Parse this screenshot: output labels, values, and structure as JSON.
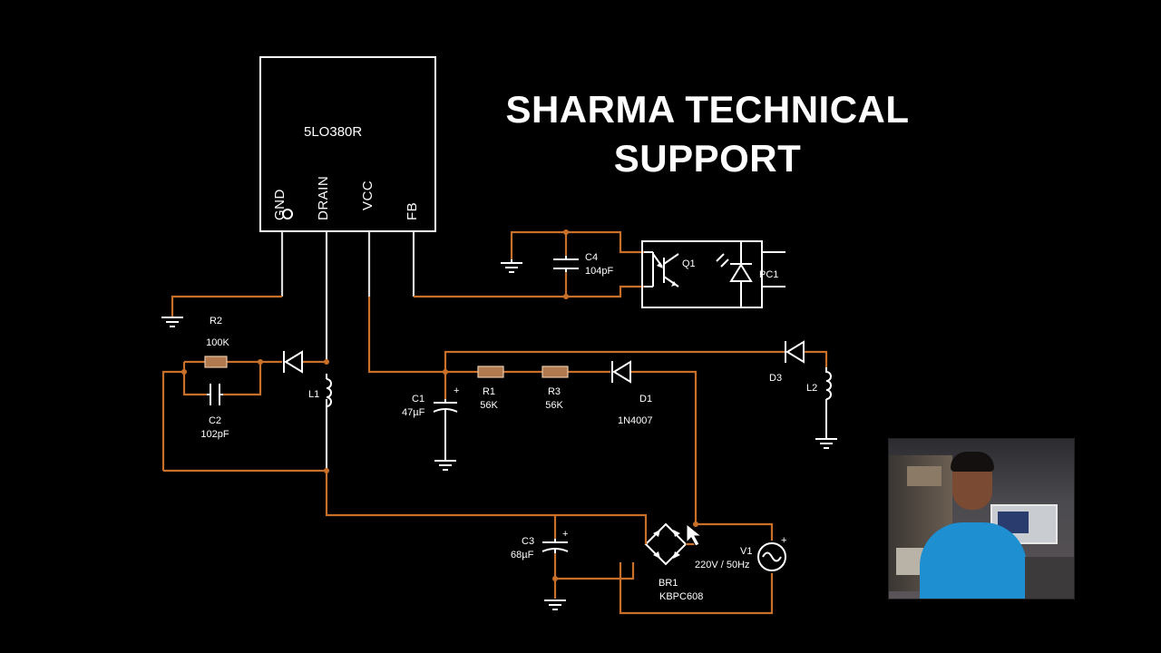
{
  "header": {
    "title_line1": "SHARMA TECHNICAL",
    "title_line2": "SUPPORT"
  },
  "ic": {
    "name": "5LO380R",
    "pins": [
      "GND",
      "DRAIN",
      "VCC",
      "FB"
    ]
  },
  "components": {
    "r2": {
      "ref": "R2",
      "value": "100K"
    },
    "c2": {
      "ref": "C2",
      "value": "102pF"
    },
    "l1": {
      "ref": "L1"
    },
    "c1": {
      "ref": "C1",
      "value": "47µF"
    },
    "r1": {
      "ref": "R1",
      "value": "56K"
    },
    "r3": {
      "ref": "R3",
      "value": "56K"
    },
    "d1": {
      "ref": "D1",
      "value": "1N4007"
    },
    "d3": {
      "ref": "D3"
    },
    "l2": {
      "ref": "L2"
    },
    "c4": {
      "ref": "C4",
      "value": "104pF"
    },
    "q1": {
      "ref": "Q1"
    },
    "pc1": {
      "ref": "PC1"
    },
    "c3": {
      "ref": "C3",
      "value": "68µF"
    },
    "br1": {
      "ref": "BR1",
      "value": "KBPC608"
    },
    "v1": {
      "ref": "V1",
      "value": "220V / 50Hz"
    }
  },
  "symbols": {
    "plus": "+"
  },
  "colors": {
    "background": "#000000",
    "wire_orange": "#c8702a",
    "wire_white": "#d9d9d9",
    "resistor_fill": "#b07a4e",
    "text": "#ffffff"
  }
}
